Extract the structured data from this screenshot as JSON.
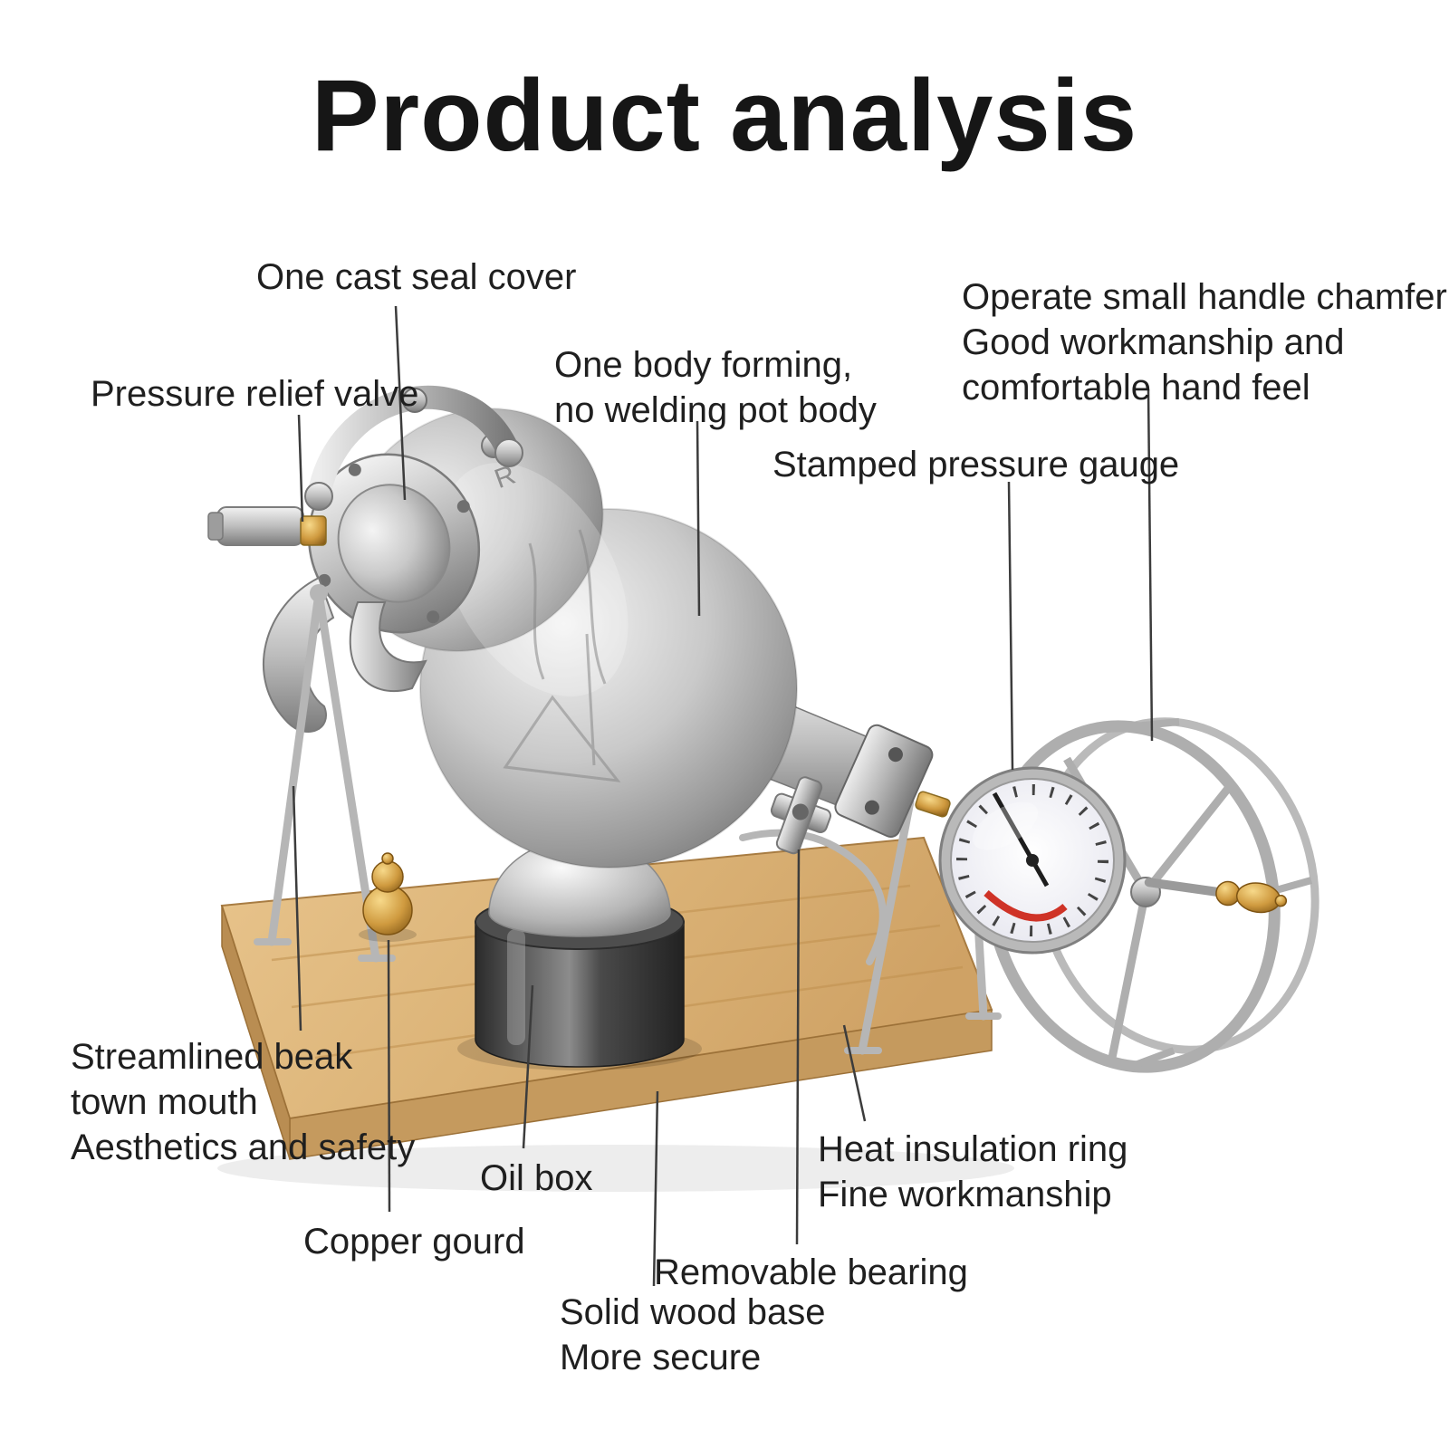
{
  "title": "Product analysis",
  "labels": {
    "seal_cover": "One cast seal cover",
    "pressure_relief_valve": "Pressure relief valve",
    "body_forming": "One body forming,\nno welding pot body",
    "handle_chamfer": "Operate small handle chamfer\nGood workmanship and\ncomfortable hand feel",
    "pressure_gauge": "Stamped pressure gauge",
    "streamlined_beak": "Streamlined beak\ntown mouth\nAesthetics and safety",
    "oil_box": "Oil box",
    "copper_gourd": "Copper gourd",
    "removable_bearing": "Removable bearing",
    "solid_wood_base": "Solid wood base\nMore secure",
    "heat_insulation": "Heat insulation ring\nFine workmanship"
  },
  "product": {
    "marking": "R"
  },
  "colors": {
    "background": "#ffffff",
    "text": "#1f1f1f",
    "metal_light": "#f0f0f0",
    "metal_dark": "#6b6b6b",
    "wood": "#dcb478",
    "brass": "#cf9a3f",
    "gauge_accent_red": "#cf3327",
    "leader_line": "#3c3c3c"
  }
}
